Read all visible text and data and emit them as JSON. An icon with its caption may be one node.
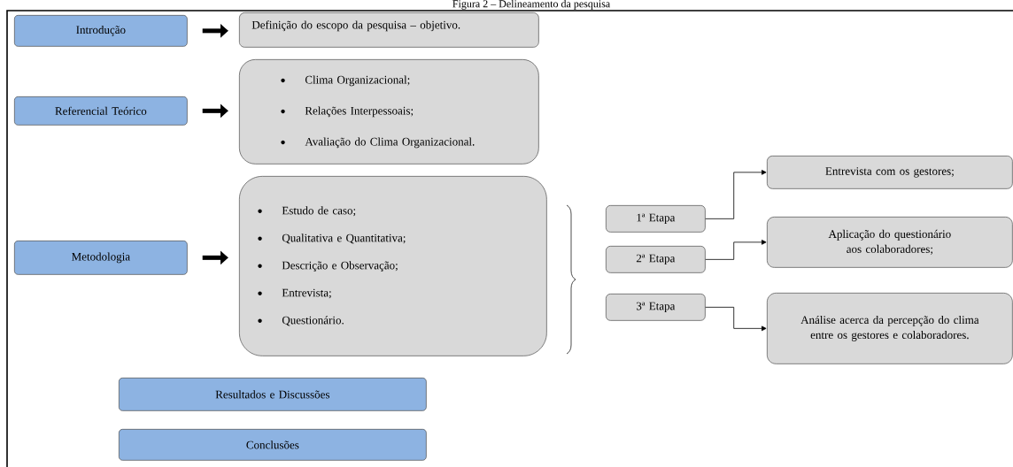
{
  "diagram": {
    "title": "Figura 2 – Delineamento da pesquisa",
    "nodes": [
      {
        "text": [
          "Introdução"
        ]
      },
      {
        "text": [
          "Definição do escopo da pesquisa – objetivo."
        ]
      },
      {
        "text": [
          "Referencial Teórico"
        ]
      },
      {
        "text": [
          "Clima Organizacional;",
          "Relações Interpessoais;",
          "Avaliação do Clima Organizacional."
        ]
      },
      {
        "text": [
          "Metodologia"
        ]
      },
      {
        "text": [
          "Estudo de caso;",
          "Qualitativa e Quantitativa;",
          "Descrição e Observação;",
          "Entrevista;",
          "Questionário."
        ]
      },
      {
        "text": [
          "1ª Etapa"
        ]
      },
      {
        "text": [
          "2ª Etapa"
        ]
      },
      {
        "text": [
          "3ª Etapa"
        ]
      },
      {
        "text": [
          "Entrevista com os gestores;"
        ]
      },
      {
        "text": [
          "Aplicação do questionário aos colaboradores;"
        ]
      },
      {
        "text": [
          "Análise acerca da percepção do clima entre os gestores e colaboradores."
        ]
      },
      {
        "text": [
          "Resultados e Discussões"
        ]
      },
      {
        "text": [
          "Conclusões"
        ]
      }
    ],
    "edges": [
      {
        "from": 0,
        "to": 1,
        "arrow": "to",
        "style": "thick"
      },
      {
        "from": 2,
        "to": 3,
        "arrow": "to",
        "style": "thick"
      },
      {
        "from": 4,
        "to": 5,
        "arrow": "to",
        "style": "thick"
      },
      {
        "from": 6,
        "to": 9,
        "arrow": "to"
      },
      {
        "from": 7,
        "to": 10,
        "arrow": "to"
      },
      {
        "from": 8,
        "to": 11,
        "arrow": "to"
      }
    ]
  }
}
